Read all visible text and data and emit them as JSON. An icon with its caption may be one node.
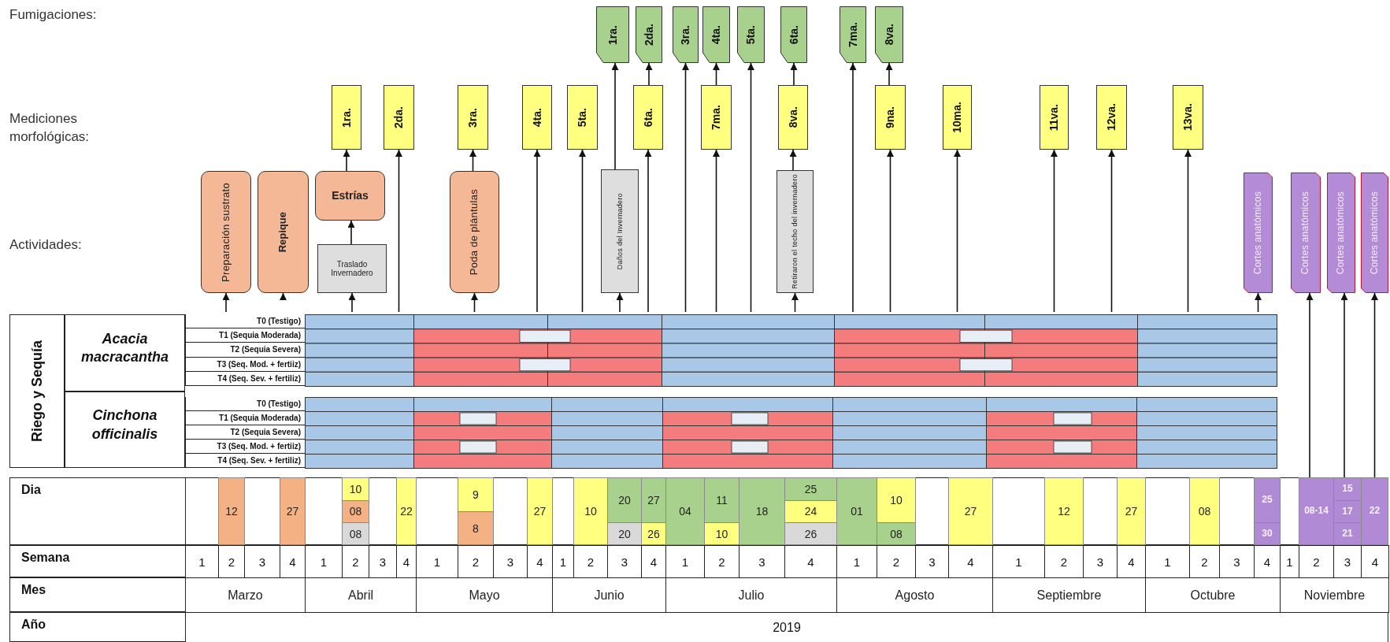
{
  "diagram": {
    "nodes": [
      {
        "text": [
          "1ra."
        ]
      },
      {
        "text": [
          "2da."
        ]
      },
      {
        "text": [
          "3ra."
        ]
      },
      {
        "text": [
          "4ta."
        ]
      },
      {
        "text": [
          "5ta."
        ]
      },
      {
        "text": [
          "6ta."
        ]
      },
      {
        "text": [
          "7ma."
        ]
      },
      {
        "text": [
          "8va."
        ]
      },
      {
        "text": [
          "1ra."
        ]
      },
      {
        "text": [
          "2da."
        ]
      },
      {
        "text": [
          "3ra."
        ]
      },
      {
        "text": [
          "4ta."
        ]
      },
      {
        "text": [
          "5ta."
        ]
      },
      {
        "text": [
          "6ta."
        ]
      },
      {
        "text": [
          "7ma."
        ]
      },
      {
        "text": [
          "8va."
        ]
      },
      {
        "text": [
          "9na."
        ]
      },
      {
        "text": [
          "10ma."
        ]
      },
      {
        "text": [
          "11va."
        ]
      },
      {
        "text": [
          "12va."
        ]
      },
      {
        "text": [
          "13va."
        ]
      },
      {
        "text": [
          "Preparación sustrato"
        ]
      },
      {
        "text": [
          "Repique"
        ]
      },
      {
        "text": [
          "Estrías"
        ]
      },
      {
        "text": [
          "Traslado Invernadero"
        ]
      },
      {
        "text": [
          "Poda de plántulas"
        ]
      },
      {
        "text": [
          "Daños del Invernadero"
        ]
      },
      {
        "text": [
          "Retiraron el techo del invernadero"
        ]
      },
      {
        "text": [
          "Cortes anatómicos"
        ]
      },
      {
        "text": [
          "Cortes anatómicos"
        ]
      },
      {
        "text": [
          "Cortes anatómicos"
        ]
      },
      {
        "text": [
          "Cortes anatómicos"
        ]
      },
      {
        "text": [
          "08-14"
        ]
      },
      {
        "text": [
          "15"
        ]
      },
      {
        "text": [
          "22"
        ]
      },
      {
        "text": [
          "25"
        ]
      },
      {
        "text": [
          "30"
        ]
      },
      {
        "text": [
          "17"
        ]
      },
      {
        "text": [
          "21"
        ]
      }
    ],
    "edges": [
      {
        "from": null,
        "to": 21,
        "arrow": "to"
      },
      {
        "from": null,
        "to": 22,
        "arrow": "to"
      },
      {
        "from": null,
        "to": 24,
        "arrow": "to"
      },
      {
        "from": 24,
        "to": 23,
        "arrow": "to"
      },
      {
        "from": 23,
        "to": 8,
        "arrow": "to"
      },
      {
        "from": null,
        "to": 9,
        "arrow": "to"
      },
      {
        "from": null,
        "to": 25,
        "arrow": "to"
      },
      {
        "from": 25,
        "to": 10,
        "arrow": "to"
      },
      {
        "from": null,
        "to": 11,
        "arrow": "to"
      },
      {
        "from": null,
        "to": 12,
        "arrow": "to"
      },
      {
        "from": null,
        "to": 26,
        "arrow": "to"
      },
      {
        "from": 26,
        "to": 0,
        "arrow": "to"
      },
      {
        "from": null,
        "to": 13,
        "arrow": "to"
      },
      {
        "from": 13,
        "to": 1,
        "arrow": "to"
      },
      {
        "from": null,
        "to": 2,
        "arrow": "to"
      },
      {
        "from": null,
        "to": 14,
        "arrow": "to"
      },
      {
        "from": 14,
        "to": 3,
        "arrow": "to"
      },
      {
        "from": null,
        "to": 4,
        "arrow": "to"
      },
      {
        "from": null,
        "to": 27,
        "arrow": "to"
      },
      {
        "from": 27,
        "to": 15,
        "arrow": "to"
      },
      {
        "from": 15,
        "to": 5,
        "arrow": "to"
      },
      {
        "from": null,
        "to": 6,
        "arrow": "to"
      },
      {
        "from": null,
        "to": 16,
        "arrow": "to"
      },
      {
        "from": 16,
        "to": 7,
        "arrow": "to"
      },
      {
        "from": null,
        "to": 17,
        "arrow": "to"
      },
      {
        "from": null,
        "to": 18,
        "arrow": "to"
      },
      {
        "from": null,
        "to": 19,
        "arrow": "to"
      },
      {
        "from": null,
        "to": 20,
        "arrow": "to"
      },
      {
        "from": null,
        "to": 28,
        "arrow": "to"
      },
      {
        "from": 32,
        "to": 29,
        "arrow": "to"
      },
      {
        "from": 33,
        "to": 30,
        "arrow": "to"
      },
      {
        "from": 34,
        "to": 31,
        "arrow": "to"
      }
    ],
    "labels": [
      "Fumigaciones:",
      "Mediciones morfológicas:",
      "Actividades:",
      "Riego y Sequía",
      "Acacia macracantha",
      "T0 (Testigo)",
      "T1 (Sequia Moderada)",
      "T2 (Sequia Severa)",
      "T3 (Seq. Mod. + fertiiz)",
      "T4 (Seq. Sev. + fertiliz)",
      "Cinchona officinalis",
      "T0 (Testigo)",
      "T1 (Sequia Moderada)",
      "T2 (Sequia Severa)",
      "T3 (Seq. Mod. + fertiiz)",
      "T4 (Seq. Sev. + fertiliz)",
      "Dia",
      "12",
      "27",
      "10",
      "08",
      "08",
      "22",
      "9",
      "8",
      "27",
      "10",
      "20",
      "20",
      "27",
      "26",
      "04",
      "11",
      "10",
      "18",
      "25",
      "24",
      "26",
      "01",
      "10",
      "08",
      "27",
      "12",
      "27",
      "08",
      "Semana",
      "1",
      "2",
      "3",
      "4",
      "1",
      "2",
      "3",
      "4",
      "1",
      "2",
      "3",
      "4",
      "1",
      "2",
      "3",
      "4",
      "1",
      "2",
      "3",
      "4",
      "1",
      "2",
      "3",
      "4",
      "1",
      "2",
      "3",
      "4",
      "1",
      "2",
      "3",
      "4",
      "1",
      "2",
      "3",
      "4",
      "Mes",
      "Marzo",
      "Abril",
      "Mayo",
      "Junio",
      "Julio",
      "Agosto",
      "Septiembre",
      "Octubre",
      "Noviembre",
      "Año",
      "2019"
    ]
  }
}
